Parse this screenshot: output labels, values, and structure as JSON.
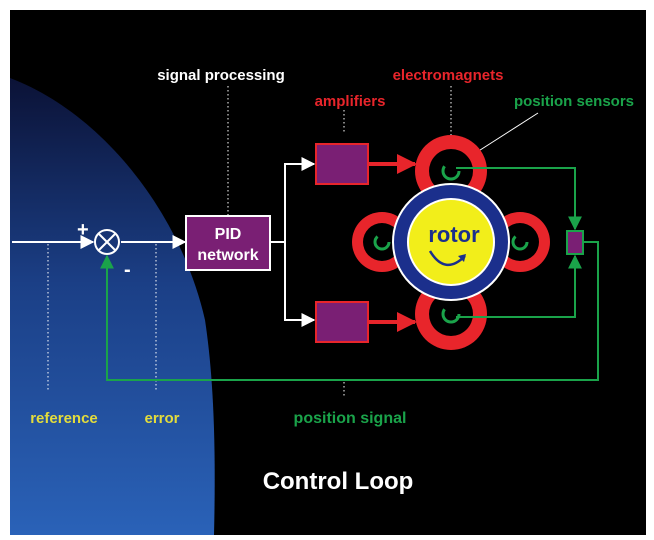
{
  "labels": {
    "signal_processing": "signal processing",
    "electromagnets": "electromagnets",
    "amplifiers": "amplifiers",
    "position_sensors": "position sensors",
    "pid_line1": "PID",
    "pid_line2": "network",
    "rotor": "rotor",
    "plus": "+",
    "minus": "-",
    "reference": "reference",
    "error": "error",
    "position_signal": "position signal",
    "title": "Control Loop"
  },
  "colors": {
    "background": "#000000",
    "gradient_dark": "#0b1236",
    "gradient_light": "#2a62b8",
    "amplifier_box": "#7a1f74",
    "magnet_red": "#e8252b",
    "sensor_green": "#1aa34a",
    "rotor_blue": "#1b2f8c",
    "rotor_yellow": "#f2ee1a",
    "label_yellow": "#e3dc3c",
    "label_white": "#ffffff"
  },
  "icons": {
    "summing_junction": "circle-x-icon",
    "rotor_rotation": "curved-arrow-icon"
  }
}
